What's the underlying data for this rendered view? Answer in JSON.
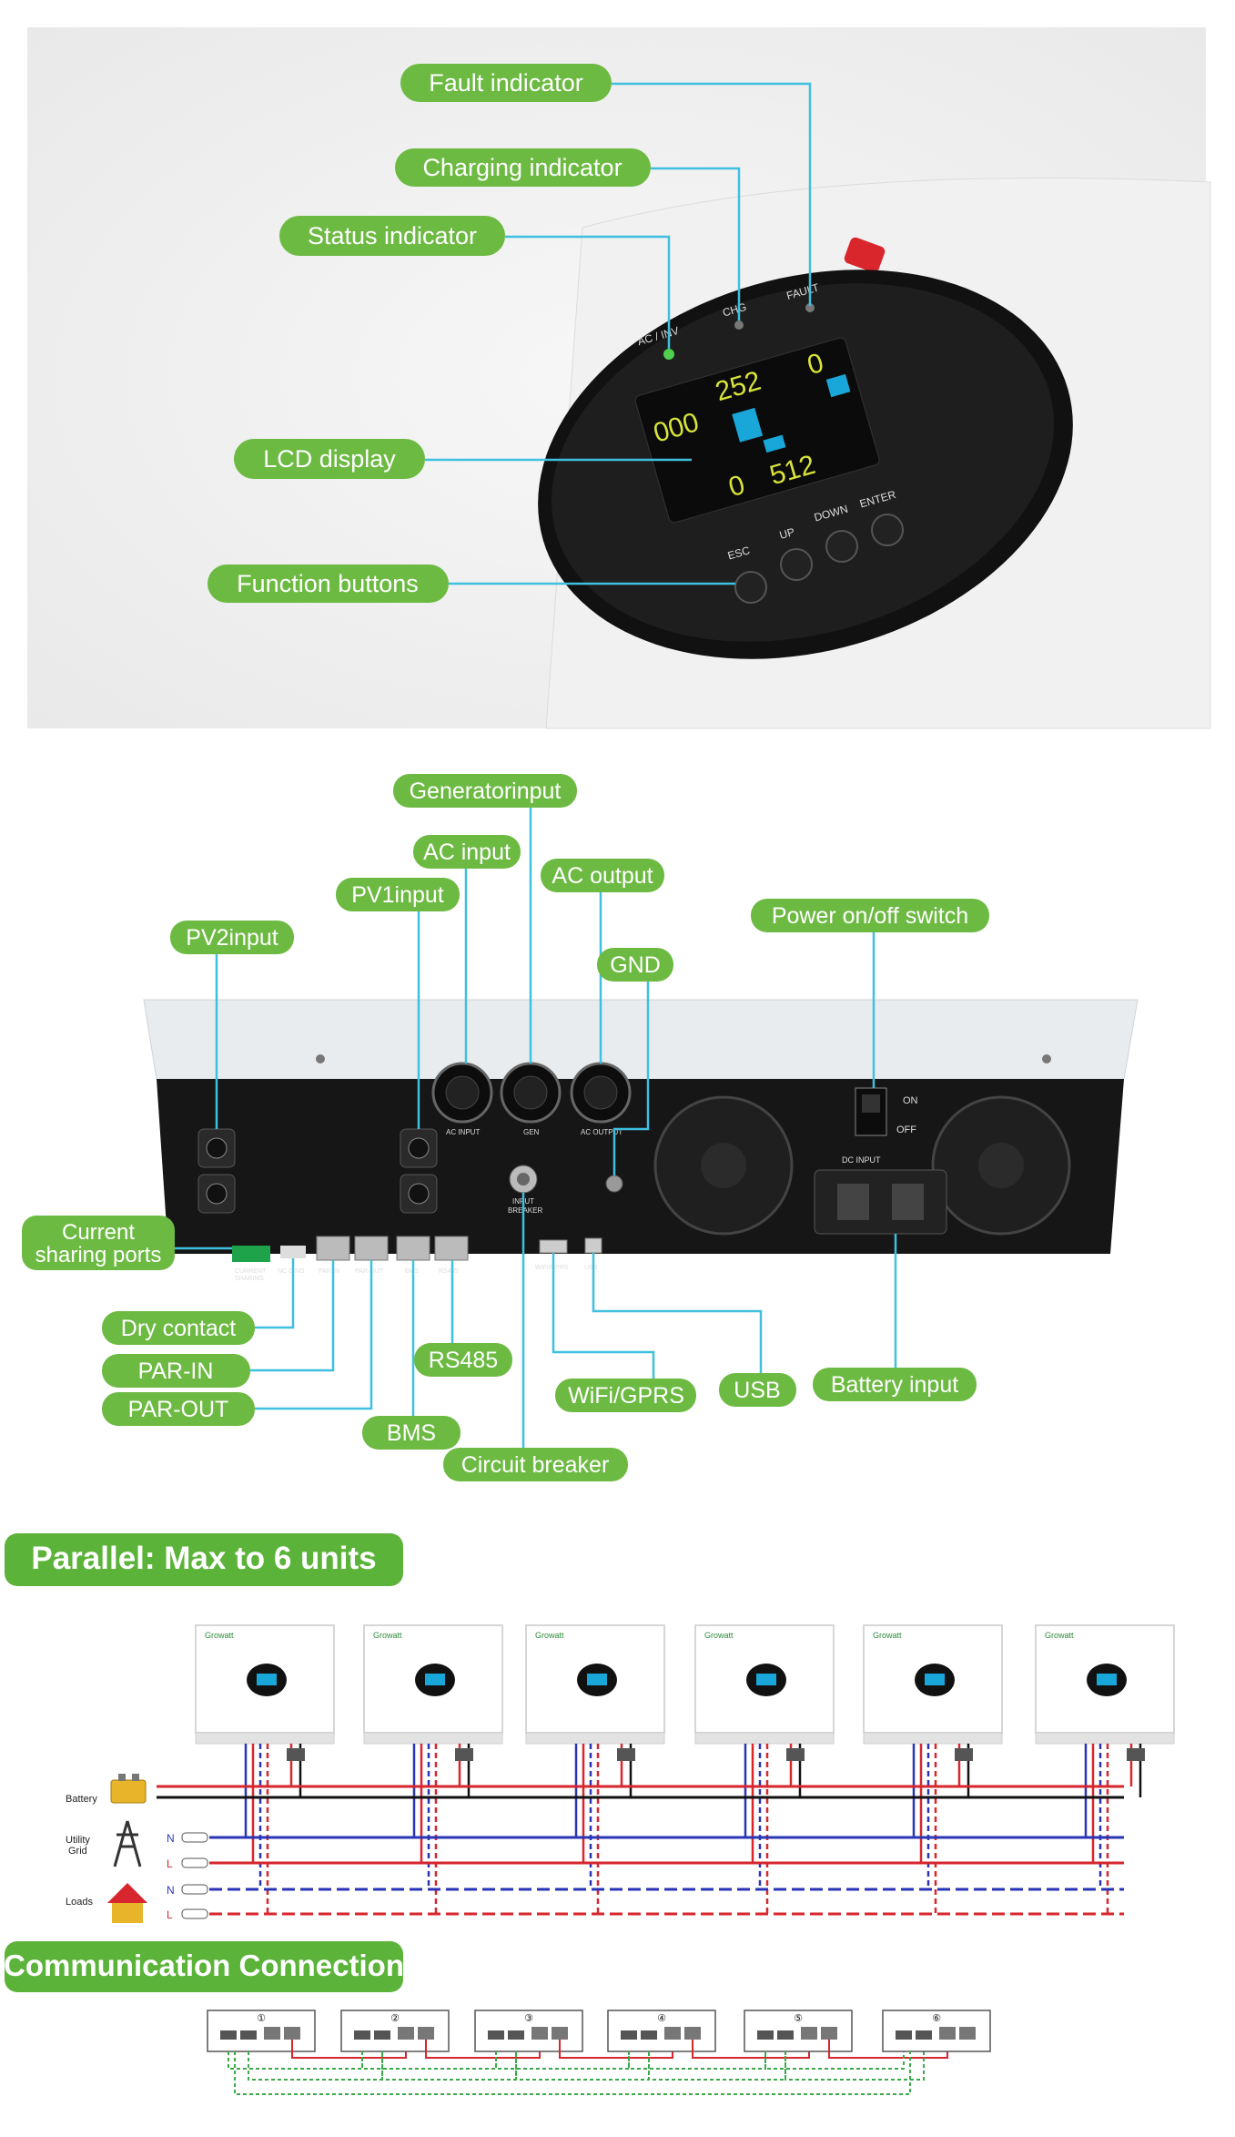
{
  "top_callouts": {
    "fault": "Fault indicator",
    "charging": "Charging indicator",
    "status": "Status indicator",
    "lcd": "LCD display",
    "buttons": "Function buttons"
  },
  "panel_text": {
    "ac_inv": "AC / INV",
    "chg": "CHG",
    "fault": "FAULT",
    "lcd_left": "000",
    "lcd_mid": "252",
    "lcd_right": "0",
    "lcd_bottom_left": "0",
    "lcd_bottom": "512",
    "esc": "ESC",
    "up": "UP",
    "down": "DOWN",
    "enter": "ENTER"
  },
  "port_callouts": {
    "generator": "Generatorinput",
    "ac_input": "AC input",
    "pv1": "PV1input",
    "ac_output": "AC output",
    "pv2": "PV2input",
    "power_switch": "Power on/off switch",
    "gnd": "GND",
    "current_sharing_1": "Current",
    "current_sharing_2": "sharing ports",
    "dry_contact": "Dry contact",
    "par_in": "PAR-IN",
    "par_out": "PAR-OUT",
    "rs485": "RS485",
    "bms": "BMS",
    "wifi": "WiFi/GPRS",
    "usb": "USB",
    "battery": "Battery input",
    "breaker": "Circuit breaker"
  },
  "port_text": {
    "ac_input": "AC INPUT",
    "gen": "GEN",
    "ac_output": "AC OUTPUT",
    "on": "ON",
    "off": "OFF",
    "dc_input": "DC INPUT",
    "input_breaker_1": "INPUT",
    "input_breaker_2": "BREAKER",
    "current_sharing_1": "CURRENT",
    "current_sharing_2": "SHARING",
    "nc_c_no": "NC C NO",
    "par_in": "PAR-IN",
    "par_out": "PAR-OUT",
    "bms": "BMS",
    "rs485": "RS485",
    "wifi": "WIFI/GPRS",
    "usb": "USB"
  },
  "parallel": {
    "banner": "Parallel: Max to 6 units",
    "brand": "Growatt",
    "rows": {
      "battery": "Battery",
      "utility_1": "Utility",
      "utility_2": "Grid",
      "loads": "Loads",
      "n": "N",
      "l": "L"
    }
  },
  "communication": {
    "banner": "Communication Connection",
    "units": [
      "①",
      "②",
      "③",
      "④",
      "⑤",
      "⑥"
    ]
  },
  "colors": {
    "callout_green": "#6DBA43",
    "leader_blue": "#3FC0E0",
    "banner_green": "#5CB33A",
    "red_wire": "#D7262D",
    "blue_wire": "#2A35B5",
    "black_wire": "#111111",
    "comm_green": "#3BA84A"
  }
}
